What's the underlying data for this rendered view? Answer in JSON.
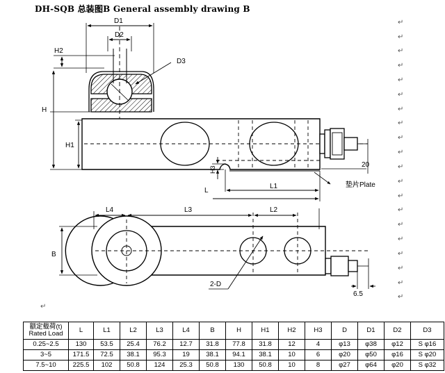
{
  "title": "DH-SQB 总装图B   General assembly drawing B",
  "paragraph_mark": "↵",
  "labels": {
    "D1": "D1",
    "D2": "D2",
    "D3": "D3",
    "H2": "H2",
    "H": "H",
    "H1": "H1",
    "H3": "H3",
    "L": "L",
    "L1": "L1",
    "L2": "L2",
    "L3": "L3",
    "L4": "L4",
    "B": "B",
    "twoD": "2-D",
    "twenty": "20",
    "sixfive": "6.5",
    "plate": "垫片Plate"
  },
  "table": {
    "header_cn": "额定载荷(t)",
    "header_en": "Rated Load",
    "columns": [
      "L",
      "L1",
      "L2",
      "L3",
      "L4",
      "B",
      "H",
      "H1",
      "H2",
      "H3",
      "D",
      "D1",
      "D2",
      "D3"
    ],
    "rows": [
      [
        "0.25~2.5",
        "130",
        "53.5",
        "25.4",
        "76.2",
        "12.7",
        "31.8",
        "77.8",
        "31.8",
        "12",
        "4",
        "φ13",
        "φ38",
        "φ12",
        "S φ16"
      ],
      [
        "3~5",
        "171.5",
        "72.5",
        "38.1",
        "95.3",
        "19",
        "38.1",
        "94.1",
        "38.1",
        "10",
        "6",
        "φ20",
        "φ50",
        "φ16",
        "S φ20"
      ],
      [
        "7.5~10",
        "225.5",
        "102",
        "50.8",
        "124",
        "25.3",
        "50.8",
        "130",
        "50.8",
        "10",
        "8",
        "φ27",
        "φ64",
        "φ20",
        "S φ32"
      ]
    ]
  }
}
